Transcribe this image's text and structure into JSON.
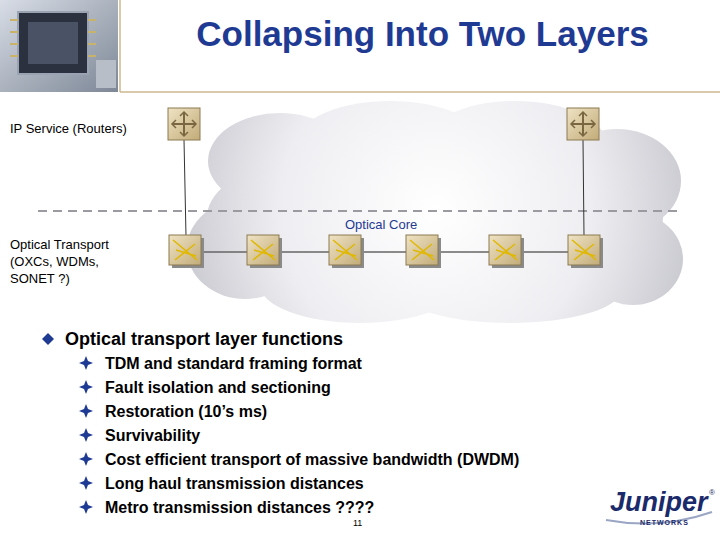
{
  "diagram": {
    "title": "Collapsing Into Two Layers",
    "nodes": [
      {
        "text": [
          "Optical Core"
        ]
      }
    ],
    "labels": [
      "IP Service (Routers)",
      "Optical Transport (OXCs, WDMs, SONET ?)",
      "Optical transport layer functions",
      "TDM and standard framing format",
      "Fault isolation and sectioning",
      "Restoration (10’s ms)",
      "Survivability",
      "Cost efficient transport of massive bandwidth (DWDM)",
      "Long haul transmission distances",
      "Metro transmission distances ????",
      "11",
      "Juniper",
      "NETWORKS",
      "®"
    ]
  }
}
